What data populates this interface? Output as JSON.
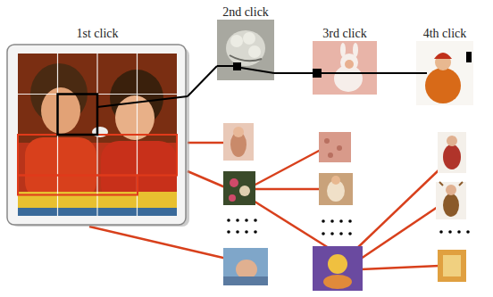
{
  "diagram": {
    "nodes": [
      {
        "text": [
          "1st click"
        ]
      },
      {
        "text": [
          "2nd click"
        ]
      },
      {
        "text": [
          "3rd click"
        ]
      },
      {
        "text": [
          "4th click"
        ]
      }
    ],
    "edges": [
      {
        "from": 0,
        "to": 1,
        "arrow": "none"
      },
      {
        "from": 1,
        "to": 2,
        "arrow": "none"
      },
      {
        "from": 2,
        "to": 3,
        "arrow": "none"
      }
    ]
  }
}
